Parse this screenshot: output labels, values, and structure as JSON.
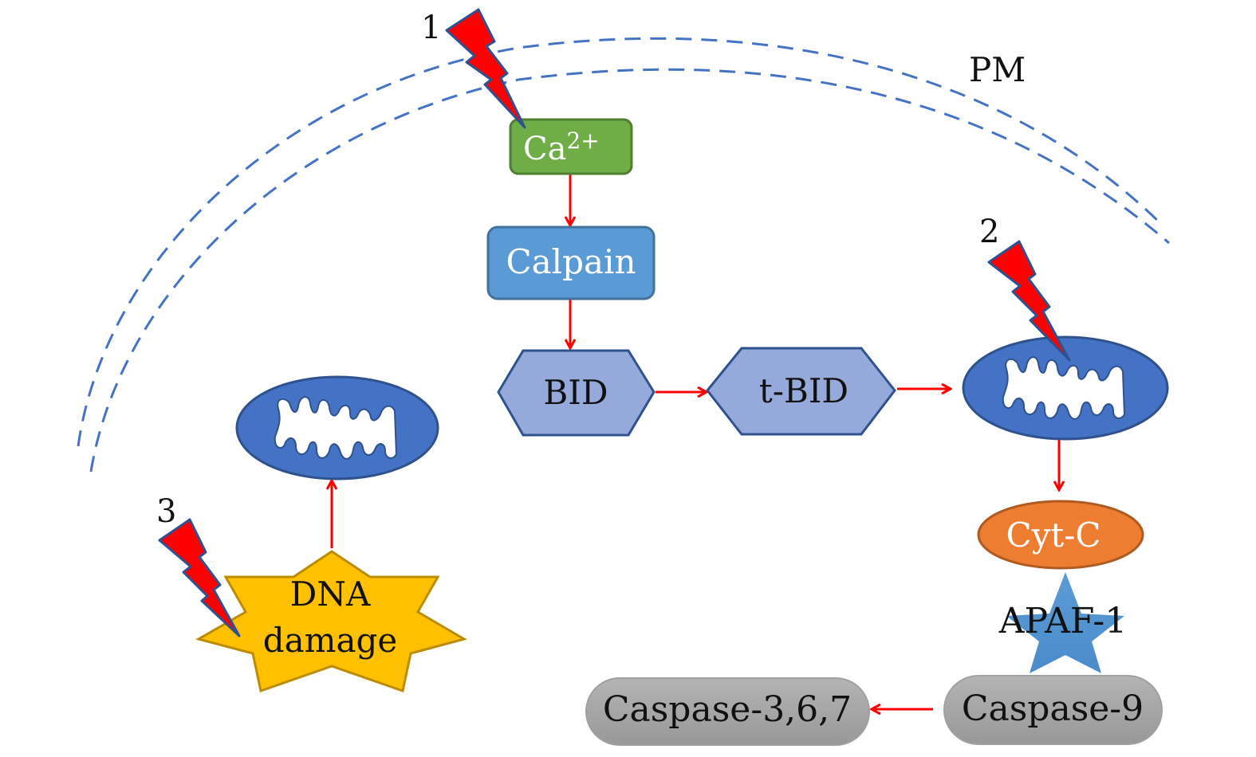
{
  "diagram": {
    "membrane_label": "PM",
    "triggers": [
      {
        "id": "1",
        "label": "1"
      },
      {
        "id": "2",
        "label": "2"
      },
      {
        "id": "3",
        "label": "3"
      }
    ],
    "nodes": {
      "calcium": {
        "label": "Ca",
        "superscript": "2+",
        "color": "#70ad47"
      },
      "calpain": {
        "label": "Calpain",
        "color": "#5b9bd5"
      },
      "bid": {
        "label": "BID",
        "color": "#95a9db"
      },
      "tbid": {
        "label": "t-BID",
        "color": "#95a9db"
      },
      "mito_right": {
        "label": "mitochondrion",
        "color": "#4472c4"
      },
      "mito_left": {
        "label": "mitochondrion",
        "color": "#4472c4"
      },
      "cytc": {
        "label": "Cyt-C",
        "color": "#ed7d31"
      },
      "apaf1": {
        "label": "APAF-1",
        "color": "#5b9bd5"
      },
      "casp9": {
        "label": "Caspase-9",
        "color": "#a6a6a6"
      },
      "casp367": {
        "label": "Caspase-3,6,7",
        "color": "#a6a6a6"
      },
      "dna": {
        "label_line1": "DNA",
        "label_line2": "damage",
        "color": "#ffc000"
      }
    },
    "edges": [
      {
        "from": "Ca2+",
        "to": "Calpain"
      },
      {
        "from": "Calpain",
        "to": "BID"
      },
      {
        "from": "BID",
        "to": "t-BID"
      },
      {
        "from": "t-BID",
        "to": "mitochondrion"
      },
      {
        "from": "mitochondrion",
        "to": "Cyt-C"
      },
      {
        "from": "Caspase-9",
        "to": "Caspase-3,6,7"
      },
      {
        "from": "DNA damage",
        "to": "mitochondrion"
      }
    ],
    "colors": {
      "arrow": "#ff0000",
      "membrane": "#4472c4",
      "bolt_fill": "#ff0000",
      "bolt_stroke": "#2f528f"
    }
  }
}
